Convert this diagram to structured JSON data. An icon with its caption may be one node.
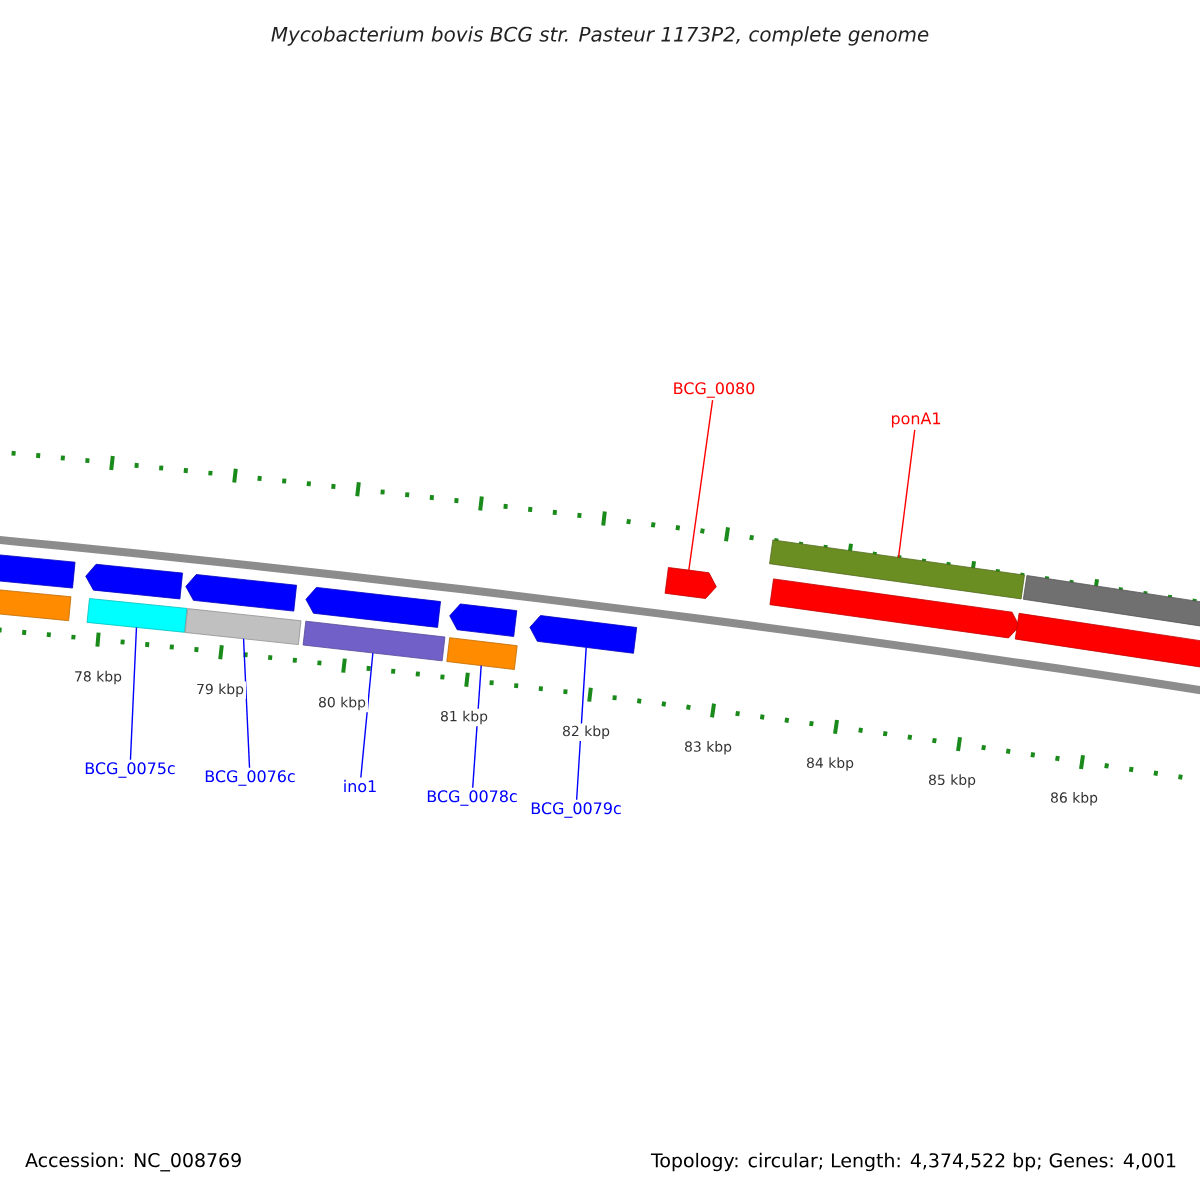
{
  "diagram": {
    "title": "Mycobacterium bovis BCG str. Pasteur 1173P2, complete genome",
    "nodes": [
      {
        "text": [
          "BCG_0075c"
        ]
      },
      {
        "text": [
          "BCG_0076c"
        ]
      },
      {
        "text": [
          "ino1"
        ]
      },
      {
        "text": [
          "BCG_0078c"
        ]
      },
      {
        "text": [
          "BCG_0079c"
        ]
      },
      {
        "text": [
          "BCG_0080"
        ]
      },
      {
        "text": [
          "ponA1"
        ]
      },
      {
        "text": [],
        "shape": "bar"
      },
      {
        "text": [],
        "shape": "bar"
      },
      {
        "text": [],
        "shape": "bar"
      },
      {
        "text": [],
        "shape": "arrow"
      },
      {
        "text": [],
        "shape": "bar"
      },
      {
        "text": [],
        "shape": "arrow"
      },
      {
        "text": [],
        "shape": "bar"
      },
      {
        "text": [],
        "shape": "arrow"
      },
      {
        "text": [],
        "shape": "bar"
      },
      {
        "text": [],
        "shape": "arrow"
      },
      {
        "text": [],
        "shape": "arrow"
      },
      {
        "text": [],
        "shape": "arrow"
      },
      {
        "text": [],
        "shape": "arrow"
      },
      {
        "text": [],
        "shape": "bar"
      },
      {
        "text": [],
        "shape": "bar"
      },
      {
        "text": [],
        "shape": "bar"
      }
    ],
    "edges": [
      {
        "from": 0,
        "to": 9,
        "arrow": "none"
      },
      {
        "from": 1,
        "to": 11,
        "arrow": "none"
      },
      {
        "from": 2,
        "to": 13,
        "arrow": "none"
      },
      {
        "from": 3,
        "to": 15,
        "arrow": "none"
      },
      {
        "from": 4,
        "to": 17,
        "arrow": "none"
      },
      {
        "from": 5,
        "to": 18,
        "arrow": "none",
        "color": "#ff0000"
      },
      {
        "from": 6,
        "to": 20,
        "arrow": "none",
        "color": "#ff0000"
      }
    ],
    "labels": [
      "78 kbp",
      "79 kbp",
      "80 kbp",
      "81 kbp",
      "82 kbp",
      "83 kbp",
      "84 kbp",
      "85 kbp",
      "86 kbp",
      "Accession: NC_008769",
      "Topology: circular; Length: 4,374,522 bp; Genes: 4,001"
    ]
  }
}
